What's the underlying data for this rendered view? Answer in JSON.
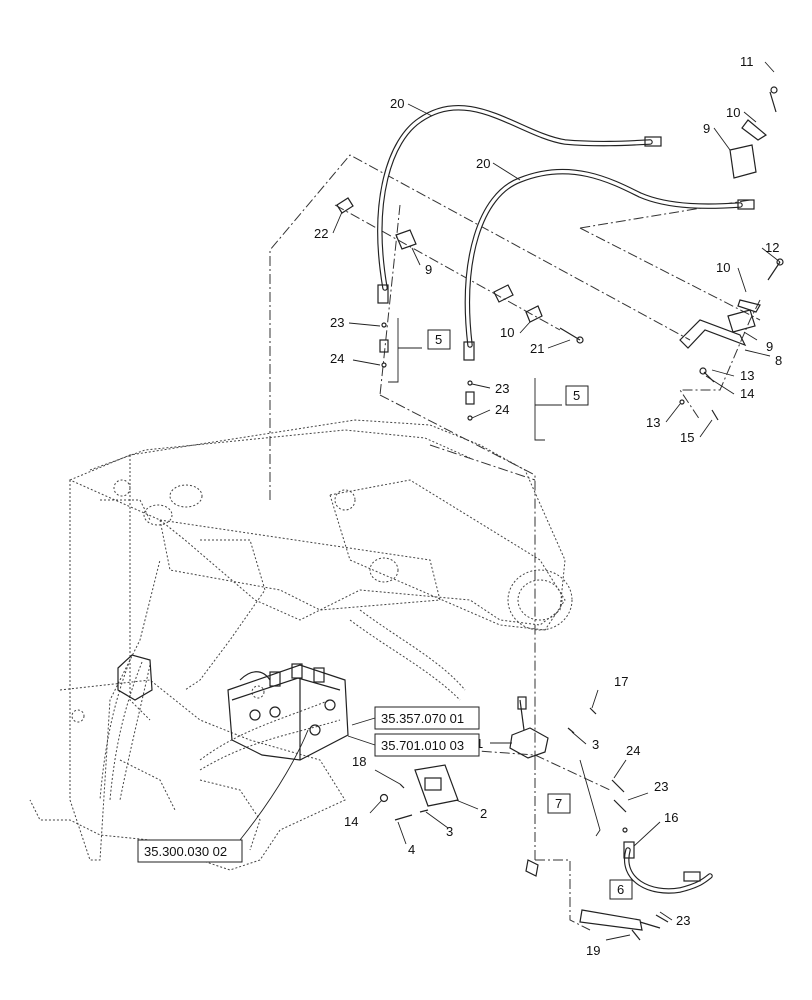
{
  "callouts": {
    "c1": "1",
    "c2": "2",
    "c3a": "3",
    "c3b": "3",
    "c4": "4",
    "c8": "8",
    "c9a": "9",
    "c9b": "9",
    "c9c": "9",
    "c10a": "10",
    "c10b": "10",
    "c10c": "10",
    "c11": "11",
    "c12": "12",
    "c13a": "13",
    "c13b": "13",
    "c14a": "14",
    "c14b": "14",
    "c15": "15",
    "c16": "16",
    "c17": "17",
    "c18": "18",
    "c19": "19",
    "c20a": "20",
    "c20b": "20",
    "c21": "21",
    "c22": "22",
    "c23a": "23",
    "c23b": "23",
    "c23c": "23",
    "c23d": "23",
    "c24a": "24",
    "c24b": "24",
    "c24c": "24"
  },
  "boxed_callouts": {
    "b5a": "5",
    "b5b": "5",
    "b6": "6",
    "b7": "7"
  },
  "references": {
    "ref1": "35.357.070 01",
    "ref2": "35.701.010 03",
    "ref3": "35.300.030 02"
  }
}
